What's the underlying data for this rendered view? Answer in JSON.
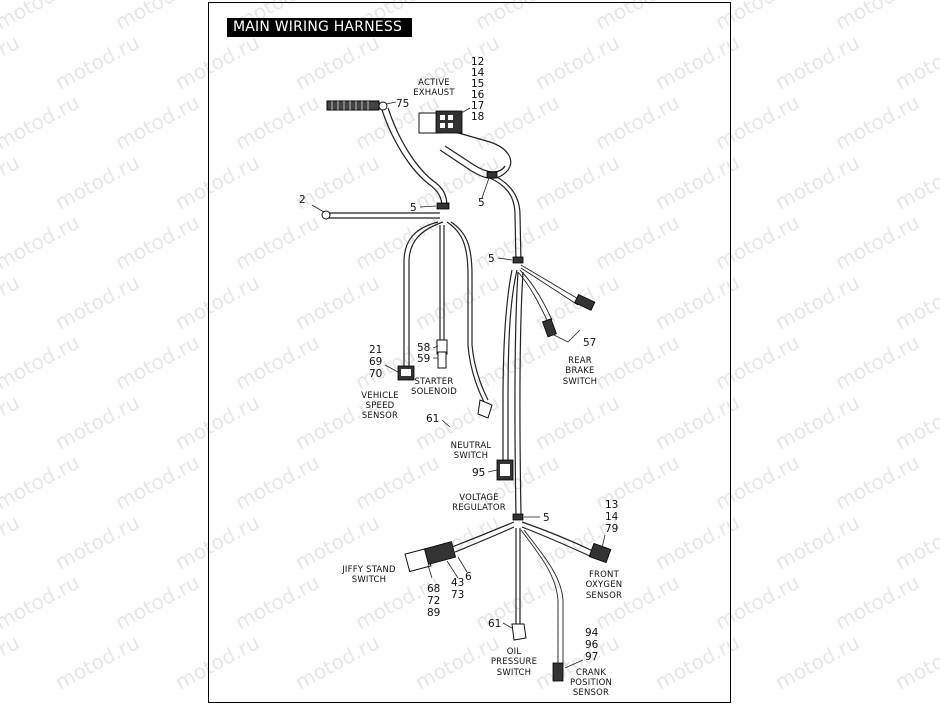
{
  "title": "MAIN WIRING HARNESS",
  "watermark": "motod.ru",
  "callouts": {
    "c_active_exhaust_nums": [
      "12",
      "14",
      "15",
      "16",
      "17",
      "18"
    ],
    "c_75": "75",
    "c_2": "2",
    "c_5a": "5",
    "c_5b": "5",
    "c_5c": "5",
    "c_5d": "5",
    "c_vss_nums": [
      "21",
      "69",
      "70"
    ],
    "c_sol_nums": [
      "58",
      "59"
    ],
    "c_57": "57",
    "c_61a": "61",
    "c_95": "95",
    "c_front_nums": [
      "13",
      "14",
      "79"
    ],
    "c_jiffy_nums_a": [
      "68",
      "72",
      "89"
    ],
    "c_43": "43",
    "c_73": "73",
    "c_6": "6",
    "c_61b": "61",
    "c_crank_nums": [
      "94",
      "96",
      "97"
    ]
  },
  "captions": {
    "active_exhaust": [
      "ACTIVE",
      "EXHAUST"
    ],
    "vehicle_speed_sensor": [
      "VEHICLE",
      "SPEED",
      "SENSOR"
    ],
    "starter_solenoid": [
      "STARTER",
      "SOLENOID"
    ],
    "rear_brake_switch": [
      "REAR",
      "BRAKE",
      "SWITCH"
    ],
    "neutral_switch": [
      "NEUTRAL",
      "SWITCH"
    ],
    "voltage_regulator": [
      "VOLTAGE",
      "REGULATOR"
    ],
    "front_oxygen_sensor": [
      "FRONT",
      "OXYGEN",
      "SENSOR"
    ],
    "jiffy_stand_switch": [
      "JIFFY STAND",
      "SWITCH"
    ],
    "oil_pressure_switch": [
      "OIL",
      "PRESSURE",
      "SWITCH"
    ],
    "crank_position_sensor": [
      "CRANK",
      "POSITION",
      "SENSOR"
    ]
  }
}
